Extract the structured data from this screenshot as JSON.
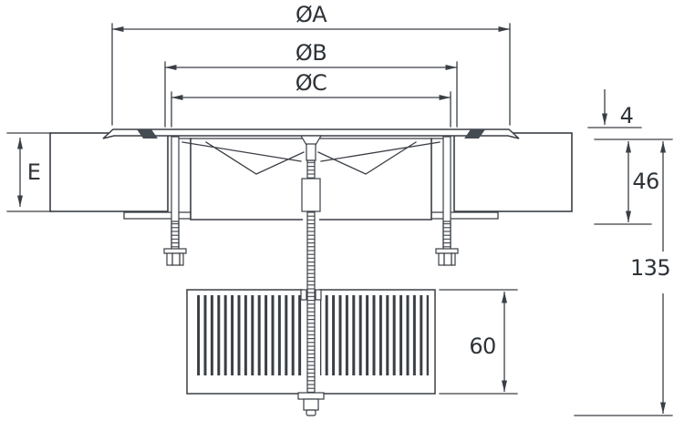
{
  "diagram": {
    "labels": {
      "dia_a": "ØA",
      "dia_b": "ØB",
      "dia_c": "ØC",
      "depth_e": "E",
      "panel_thickness": "4",
      "neck_height": "46",
      "overall_height": "135",
      "grille_height": "60"
    },
    "colors": {
      "line": "#3a3f45",
      "background": "#ffffff"
    }
  }
}
